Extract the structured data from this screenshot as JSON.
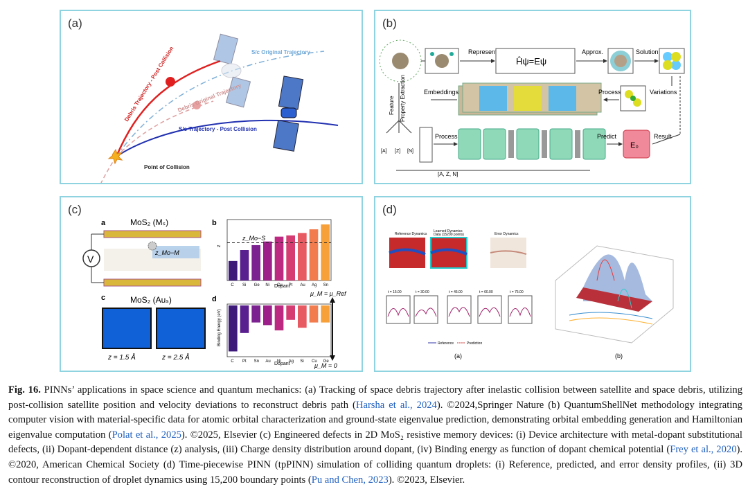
{
  "panels": {
    "a": {
      "label": "(a)",
      "debris_post": "Debris Trajectory - Post Collision",
      "debris_orig": "Debris Original Trajectory",
      "sc_orig": "S/c Original Trajectory",
      "sc_post": "S/c Trajectory - Post Collision",
      "collision": "Point of Collision"
    },
    "b": {
      "label": "(b)",
      "represent": "Represent",
      "equation": "Ĥψ=Eψ",
      "approx": "Approx.",
      "solution": "Solution",
      "embeddings": "Embeddings",
      "process": "Process",
      "variations": "Variations",
      "feature1": "Feature",
      "feature2": "Property Extraction",
      "predict": "Predict",
      "result": "Result",
      "e0": "E₀",
      "azn": "[A, Z, N]",
      "a_in": "[A]",
      "z_in": "[Z]",
      "n_in": "[N]"
    },
    "c": {
      "label": "(c)",
      "sub_a": "a",
      "sub_b": "b",
      "sub_c": "c",
      "sub_d": "d",
      "mos2_ms": "MoS₂ (Mₛ)",
      "mos2_aus": "MoS₂ (Auₛ)",
      "v": "V",
      "z_mo_m": "z_Mo−M",
      "z_mo_s": "z_Mo−S",
      "z15": "z = 1.5 Å",
      "z25": "z = 2.5 Å",
      "mu_ref": "μ_M = μ_Ref",
      "mu_zero": "μ_M = 0",
      "xlabel": "Dopant",
      "ylabel_b": "z",
      "ylabel_d": "Binding Energy (eV)"
    },
    "d": {
      "label": "(d)",
      "ref": "Reference Dynamics",
      "learned": "Learned Dynamics",
      "learned2": "Data (15200 points)",
      "error": "Error Dynamics",
      "sub_a": "(a)",
      "sub_b": "(b)",
      "legend_ref": "Reference",
      "legend_pred": "Prediction",
      "times": [
        "t = 15.00",
        "t = 30.00",
        "t = 45.00",
        "t = 60.00",
        "t = 75.00"
      ]
    }
  },
  "chart_data": [
    {
      "type": "bar",
      "title": "",
      "categories": [
        "C",
        "Si",
        "Ge",
        "Ni",
        "Cu",
        "Pt",
        "Au",
        "Ag",
        "Sn"
      ],
      "values": [
        0.8,
        1.25,
        1.45,
        1.6,
        1.8,
        1.85,
        1.95,
        2.1,
        2.3
      ],
      "reference_line": 1.55,
      "xlabel": "Dopant",
      "ylabel": "z",
      "ylim": [
        0,
        2.5
      ],
      "colors": [
        "#3d1a7a",
        "#5a1f8f",
        "#7b2190",
        "#9c1f8a",
        "#bb2a80",
        "#d43c72",
        "#e85a62",
        "#f27c4e",
        "#f7a03a"
      ]
    },
    {
      "type": "bar",
      "title": "",
      "categories": [
        "C",
        "Pt",
        "Sn",
        "Au",
        "Ni",
        "Ag",
        "Si",
        "Cu",
        "Ge"
      ],
      "values": [
        -9.0,
        -5.5,
        -3.5,
        -4.0,
        -5.0,
        -3.0,
        -4.5,
        -3.5,
        -3.5
      ],
      "xlabel": "Dopant",
      "ylabel": "Binding Energy (eV)",
      "ylim": [
        -10,
        0
      ],
      "colors": [
        "#3d1a7a",
        "#5a1f8f",
        "#7b2190",
        "#9c1f8a",
        "#bb2a80",
        "#d43c72",
        "#e85a62",
        "#f27c4e",
        "#f7a03a"
      ]
    }
  ],
  "caption": {
    "fig": "Fig. 16.",
    "t1": " PINNs’ applications in space science and quantum mechanics: (a) Tracking of space debris trajectory after inelastic collision between satellite and space debris, utilizing post-collision satellite position and velocity deviations to reconstruct debris path (",
    "c1": "Harsha et al., 2024",
    "t2": "). ©2024,Springer Nature (b) QuantumShellNet methodology integrating computer vision with material-specific data for atomic orbital characterization and ground-state eigenvalue prediction, demonstrating orbital embedding generation and Hamiltonian eigenvalue computation (",
    "c2": "Polat et al., 2025",
    "t3": "). ©2025, Elsevier (c) Engineered defects in 2D MoS₂ resistive memory devices: (i) Device architecture with metal-dopant substitutional defects, (ii) Dopant-dependent distance (z) analysis, (iii) Charge density distribution around dopant, (iv) Binding energy as function of dopant chemical potential (",
    "c3": "Frey et al., 2020",
    "t4": "). ©2020, American Chemical Society (d) Time-piecewise PINN (tpPINN) simulation of colliding quantum droplets: (i) Reference, predicted, and error density profiles, (ii) 3D contour reconstruction of droplet dynamics using 15,200 boundary points (",
    "c4": "Pu and Chen, 2023",
    "t5": "). ©2023, Elsevier."
  }
}
